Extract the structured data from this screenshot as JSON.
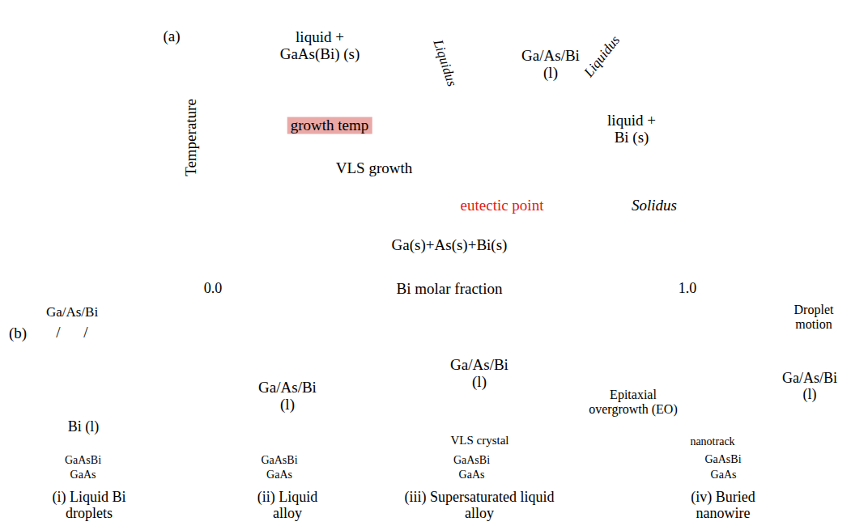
{
  "diagram": {
    "nodes": [
      {
        "text": [
          "liquid + GaAs(Bi) (s)"
        ]
      },
      {
        "text": [
          "Ga/As/Bi (l)"
        ]
      },
      {
        "text": [
          "liquid + Bi (s)"
        ]
      },
      {
        "text": [
          "Ga(s)+As(s)+Bi(s)"
        ]
      },
      {
        "text": [
          "Bi (l)"
        ]
      },
      {
        "text": [
          "GaAsBi"
        ]
      },
      {
        "text": [
          "GaAs"
        ]
      },
      {
        "text": [
          "Ga/As/Bi (l)"
        ]
      },
      {
        "text": [
          "GaAsBi"
        ]
      },
      {
        "text": [
          "GaAs"
        ]
      },
      {
        "text": [
          "Ga/As/Bi (l)"
        ]
      },
      {
        "text": [
          "VLS crystal"
        ]
      },
      {
        "text": [
          "GaAsBi"
        ]
      },
      {
        "text": [
          "GaAs"
        ]
      },
      {
        "text": [
          "GaAsBi"
        ]
      },
      {
        "text": [
          "nanotrack"
        ],
        "in": 14
      },
      {
        "text": [
          "Ga/As/Bi (l)"
        ]
      },
      {
        "text": [
          "GaAs"
        ]
      }
    ],
    "edges": [
      {
        "from": 6,
        "to": 9,
        "arrow": "to"
      },
      {
        "from": 9,
        "to": 13,
        "arrow": "to"
      },
      {
        "from": 13,
        "to": 17,
        "arrow": "to"
      }
    ],
    "labels": [
      "(a)",
      "Temperature",
      "Liquidus",
      "Liquidus",
      "growth temp",
      "VLS growth",
      "eutectic point",
      "Solidus",
      "0.0",
      "Bi molar fraction",
      "1.0",
      "(b)",
      "Ga/As/Bi",
      "/",
      "/",
      "(i) Liquid Bi droplets",
      "(ii) Liquid alloy",
      "(iii) Supersaturated liquid alloy",
      "Epitaxial overgrowth (EO)",
      "Droplet motion",
      "(iv) Buried nanowire"
    ]
  }
}
